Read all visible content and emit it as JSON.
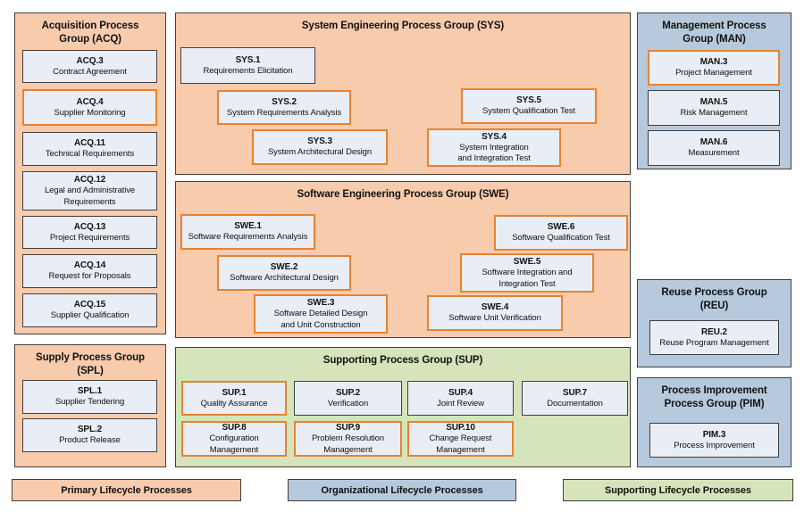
{
  "colors": {
    "primary_fill": "#F8CBAD",
    "organizational_fill": "#B7C9DC",
    "supporting_fill": "#D6E4BC",
    "box_fill": "#E9EDF5",
    "box_border": "#3F3F3F",
    "highlight_border": "#E8822F",
    "text": "#111111"
  },
  "groups": {
    "acq": {
      "title": "Acquisition Process\nGroup (ACQ)",
      "items": [
        {
          "code": "ACQ.3",
          "name": "Contract Agreement",
          "highlighted": false
        },
        {
          "code": "ACQ.4",
          "name": "Supplier Monitoring",
          "highlighted": true
        },
        {
          "code": "ACQ.11",
          "name": "Technical Requirements",
          "highlighted": false
        },
        {
          "code": "ACQ.12",
          "name": "Legal and Administrative\nRequirements",
          "highlighted": false
        },
        {
          "code": "ACQ.13",
          "name": "Project Requirements",
          "highlighted": false
        },
        {
          "code": "ACQ.14",
          "name": "Request for Proposals",
          "highlighted": false
        },
        {
          "code": "ACQ.15",
          "name": "Supplier Qualification",
          "highlighted": false
        }
      ]
    },
    "spl": {
      "title": "Supply Process Group\n(SPL)",
      "items": [
        {
          "code": "SPL.1",
          "name": "Supplier Tendering",
          "highlighted": false
        },
        {
          "code": "SPL.2",
          "name": "Product Release",
          "highlighted": false
        }
      ]
    },
    "sys": {
      "title": "System Engineering Process Group (SYS)",
      "items": [
        {
          "code": "SYS.1",
          "name": "Requirements Elicitation",
          "highlighted": false
        },
        {
          "code": "SYS.2",
          "name": "System Requirements Analysis",
          "highlighted": true
        },
        {
          "code": "SYS.3",
          "name": "System Architectural Design",
          "highlighted": true
        },
        {
          "code": "SYS.5",
          "name": "System Qualification Test",
          "highlighted": true
        },
        {
          "code": "SYS.4",
          "name": "System Integration\nand Integration Test",
          "highlighted": true
        }
      ]
    },
    "swe": {
      "title": "Software Engineering Process Group (SWE)",
      "items": [
        {
          "code": "SWE.1",
          "name": "Software Requirements Analysis",
          "highlighted": true
        },
        {
          "code": "SWE.2",
          "name": "Software Architectural Design",
          "highlighted": true
        },
        {
          "code": "SWE.3",
          "name": "Software Detailed Design\nand Unit Construction",
          "highlighted": true
        },
        {
          "code": "SWE.6",
          "name": "Software Qualification Test",
          "highlighted": true
        },
        {
          "code": "SWE.5",
          "name": "Software Integration and\nIntegration Test",
          "highlighted": true
        },
        {
          "code": "SWE.4",
          "name": "Software Unit Verification",
          "highlighted": true
        }
      ]
    },
    "sup": {
      "title": "Supporting Process Group (SUP)",
      "items": [
        {
          "code": "SUP.1",
          "name": "Quality Assurance",
          "highlighted": true
        },
        {
          "code": "SUP.2",
          "name": "Verification",
          "highlighted": false
        },
        {
          "code": "SUP.4",
          "name": "Joint Review",
          "highlighted": false
        },
        {
          "code": "SUP.7",
          "name": "Documentation",
          "highlighted": false
        },
        {
          "code": "SUP.8",
          "name": "Configuration Management",
          "highlighted": true
        },
        {
          "code": "SUP.9",
          "name": "Problem Resolution\nManagement",
          "highlighted": true
        },
        {
          "code": "SUP.10",
          "name": "Change Request\nManagement",
          "highlighted": true
        }
      ]
    },
    "man": {
      "title": "Management Process\nGroup (MAN)",
      "items": [
        {
          "code": "MAN.3",
          "name": "Project Management",
          "highlighted": true
        },
        {
          "code": "MAN.5",
          "name": "Risk Management",
          "highlighted": false
        },
        {
          "code": "MAN.6",
          "name": "Measurement",
          "highlighted": false
        }
      ]
    },
    "reu": {
      "title": "Reuse Process Group\n(REU)",
      "items": [
        {
          "code": "REU.2",
          "name": "Reuse Program Management",
          "highlighted": false
        }
      ]
    },
    "pim": {
      "title": "Process Improvement\nProcess Group (PIM)",
      "items": [
        {
          "code": "PIM.3",
          "name": "Process Improvement",
          "highlighted": false
        }
      ]
    }
  },
  "legend": {
    "primary": "Primary Lifecycle Processes",
    "organizational": "Organizational Lifecycle Processes",
    "supporting": "Supporting Lifecycle Processes"
  }
}
